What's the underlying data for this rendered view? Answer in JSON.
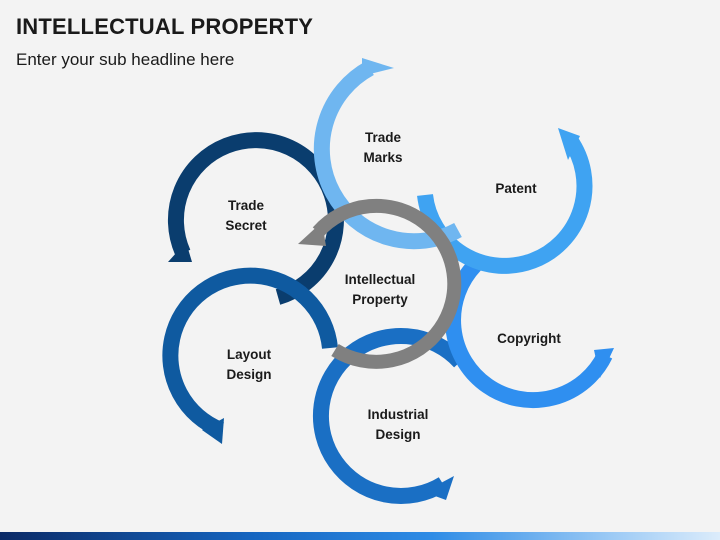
{
  "slide": {
    "title": "INTELLECTUAL PROPERTY",
    "subtitle": "Enter your sub headline here"
  },
  "diagram": {
    "center": {
      "line1": "Intellectual",
      "line2": "Property",
      "color": "#808080"
    },
    "nodes": [
      {
        "id": "trade-marks",
        "line1": "Trade",
        "line2": "Marks",
        "color": "#6fb6f0"
      },
      {
        "id": "patent",
        "line1": "Patent",
        "line2": "",
        "color": "#3fa3f2"
      },
      {
        "id": "copyright",
        "line1": "Copyright",
        "line2": "",
        "color": "#2f8ff0"
      },
      {
        "id": "industrial-design",
        "line1": "Industrial",
        "line2": "Design",
        "color": "#1a6fc4"
      },
      {
        "id": "layout-design",
        "line1": "Layout",
        "line2": "Design",
        "color": "#0f5aa0"
      },
      {
        "id": "trade-secret",
        "line1": "Trade",
        "line2": "Secret",
        "color": "#0a3d6e"
      }
    ]
  }
}
